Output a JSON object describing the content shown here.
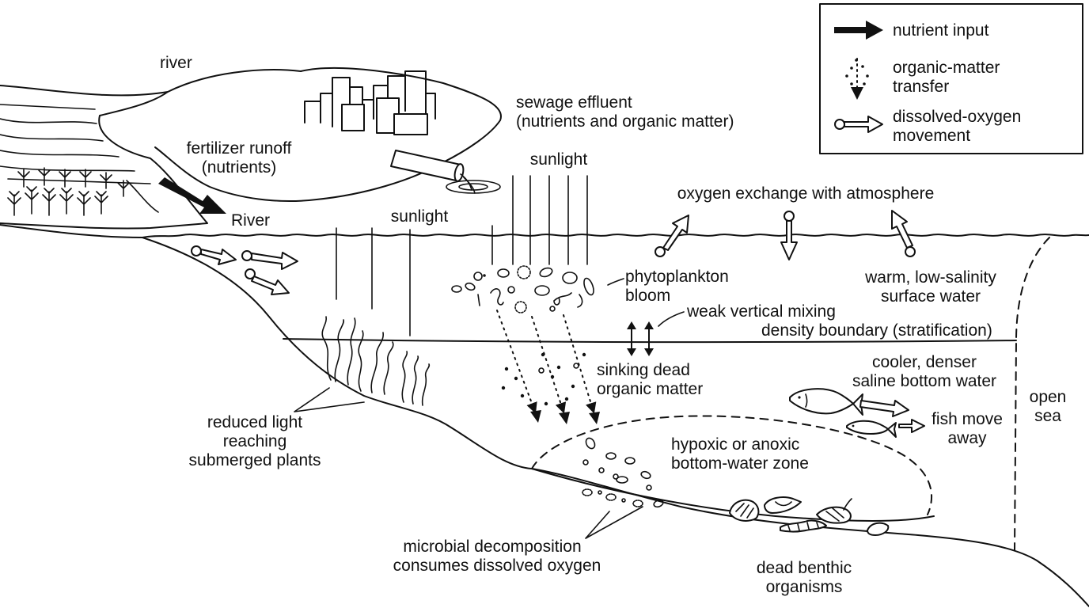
{
  "legend": {
    "nutrient_input": "nutrient input",
    "organic_matter_transfer": [
      "organic-matter",
      "transfer"
    ],
    "dissolved_oxygen_movement": [
      "dissolved-oxygen",
      "movement"
    ]
  },
  "labels": {
    "river_top": "river",
    "river_lower": "River",
    "fertilizer_runoff": [
      "fertilizer runoff",
      "(nutrients)"
    ],
    "sewage_effluent": [
      "sewage effluent",
      "(nutrients and organic matter)"
    ],
    "sunlight_left": "sunlight",
    "sunlight_right": "sunlight",
    "oxygen_exchange": "oxygen exchange with atmosphere",
    "phytoplankton_bloom": [
      "phytoplankton",
      "bloom"
    ],
    "warm_surface_water": [
      "warm, low-salinity",
      "surface water"
    ],
    "weak_vertical_mixing": "weak vertical mixing",
    "density_boundary": "density boundary (stratification)",
    "sinking_organic_matter": [
      "sinking dead",
      "organic matter"
    ],
    "cool_bottom_water": [
      "cooler, denser",
      "saline bottom water"
    ],
    "open_sea": [
      "open",
      "sea"
    ],
    "fish_move_away": [
      "fish move",
      "away"
    ],
    "hypoxic_zone": [
      "hypoxic or anoxic",
      "bottom-water zone"
    ],
    "reduced_light": [
      "reduced light",
      "reaching",
      "submerged plants"
    ],
    "microbial_decomposition": [
      "microbial decomposition",
      "consumes dissolved oxygen"
    ],
    "dead_benthic": [
      "dead benthic",
      "organisms"
    ]
  },
  "colors": {
    "ink": "#111111",
    "background": "#ffffff"
  }
}
